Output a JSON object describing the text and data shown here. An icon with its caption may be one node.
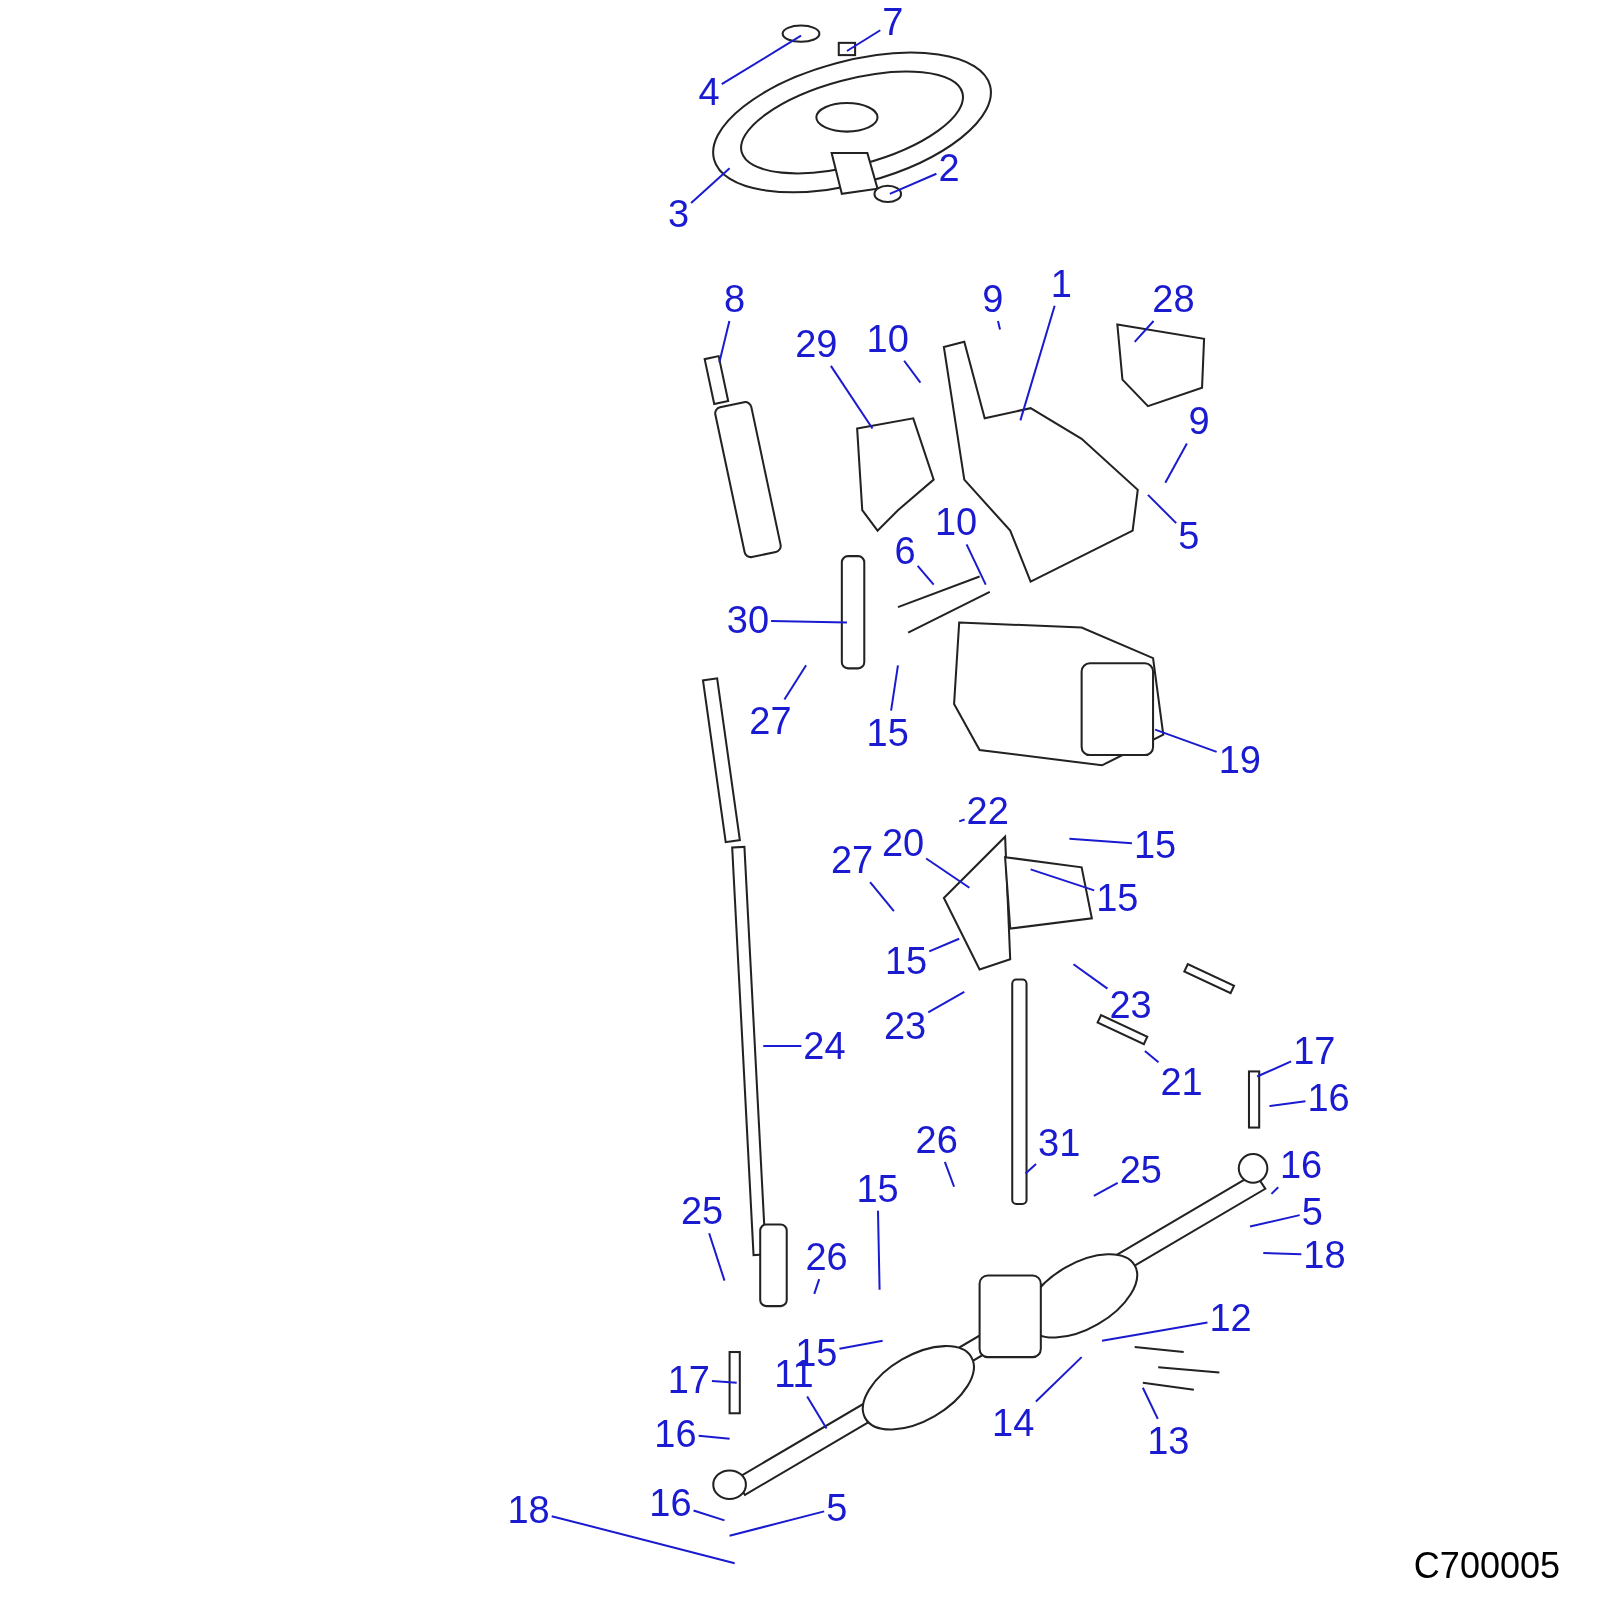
{
  "diagram": {
    "nodes": [
      {
        "text": [
          "7"
        ]
      },
      {
        "text": [
          "4"
        ]
      },
      {
        "text": [
          "2"
        ]
      },
      {
        "text": [
          "3"
        ]
      },
      {
        "text": [
          "1"
        ]
      },
      {
        "text": [
          "8"
        ]
      },
      {
        "text": [
          "28"
        ]
      },
      {
        "text": [
          "9"
        ]
      },
      {
        "text": [
          "29"
        ]
      },
      {
        "text": [
          "10"
        ]
      },
      {
        "text": [
          "9"
        ]
      },
      {
        "text": [
          "5"
        ]
      },
      {
        "text": [
          "6"
        ]
      },
      {
        "text": [
          "10"
        ]
      },
      {
        "text": [
          "30"
        ]
      },
      {
        "text": [
          "27"
        ]
      },
      {
        "text": [
          "15"
        ]
      },
      {
        "text": [
          "19"
        ]
      },
      {
        "text": [
          "22"
        ]
      },
      {
        "text": [
          "20"
        ]
      },
      {
        "text": [
          "27"
        ]
      },
      {
        "text": [
          "15"
        ]
      },
      {
        "text": [
          "15"
        ]
      },
      {
        "text": [
          "15"
        ]
      },
      {
        "text": [
          "23"
        ]
      },
      {
        "text": [
          "23"
        ]
      },
      {
        "text": [
          "21"
        ]
      },
      {
        "text": [
          "24"
        ]
      },
      {
        "text": [
          "17"
        ]
      },
      {
        "text": [
          "16"
        ]
      },
      {
        "text": [
          "26"
        ]
      },
      {
        "text": [
          "31"
        ]
      },
      {
        "text": [
          "25"
        ]
      },
      {
        "text": [
          "16"
        ]
      },
      {
        "text": [
          "15"
        ]
      },
      {
        "text": [
          "5"
        ]
      },
      {
        "text": [
          "25"
        ]
      },
      {
        "text": [
          "18"
        ]
      },
      {
        "text": [
          "26"
        ]
      },
      {
        "text": [
          "12"
        ]
      },
      {
        "text": [
          "15"
        ]
      },
      {
        "text": [
          "17"
        ]
      },
      {
        "text": [
          "11"
        ]
      },
      {
        "text": [
          "14"
        ]
      },
      {
        "text": [
          "13"
        ]
      },
      {
        "text": [
          "16"
        ]
      },
      {
        "text": [
          "16"
        ]
      },
      {
        "text": [
          "5"
        ]
      },
      {
        "text": [
          "18"
        ]
      }
    ],
    "edges": [
      {
        "from": 0,
        "to": null,
        "arrow": "none"
      },
      {
        "from": 1,
        "to": null,
        "arrow": "none"
      },
      {
        "from": 2,
        "to": null,
        "arrow": "none"
      },
      {
        "from": 3,
        "to": null,
        "arrow": "none"
      },
      {
        "from": 4,
        "to": null,
        "arrow": "none"
      },
      {
        "from": 5,
        "to": null,
        "arrow": "none"
      },
      {
        "from": 6,
        "to": null,
        "arrow": "none"
      },
      {
        "from": 7,
        "to": null,
        "arrow": "none"
      },
      {
        "from": 8,
        "to": null,
        "arrow": "none"
      },
      {
        "from": 9,
        "to": null,
        "arrow": "none"
      },
      {
        "from": 10,
        "to": null,
        "arrow": "none"
      },
      {
        "from": 11,
        "to": null,
        "arrow": "none"
      },
      {
        "from": 12,
        "to": null,
        "arrow": "none"
      },
      {
        "from": 13,
        "to": null,
        "arrow": "none"
      },
      {
        "from": 14,
        "to": null,
        "arrow": "none"
      },
      {
        "from": 15,
        "to": null,
        "arrow": "none"
      },
      {
        "from": 16,
        "to": null,
        "arrow": "none"
      },
      {
        "from": 17,
        "to": null,
        "arrow": "none"
      },
      {
        "from": 18,
        "to": null,
        "arrow": "none"
      },
      {
        "from": 19,
        "to": null,
        "arrow": "none"
      },
      {
        "from": 20,
        "to": null,
        "arrow": "none"
      },
      {
        "from": 21,
        "to": null,
        "arrow": "none"
      },
      {
        "from": 22,
        "to": null,
        "arrow": "none"
      },
      {
        "from": 23,
        "to": null,
        "arrow": "none"
      },
      {
        "from": 24,
        "to": null,
        "arrow": "none"
      },
      {
        "from": 25,
        "to": null,
        "arrow": "none"
      },
      {
        "from": 26,
        "to": null,
        "arrow": "none"
      },
      {
        "from": 27,
        "to": null,
        "arrow": "none"
      },
      {
        "from": 28,
        "to": null,
        "arrow": "none"
      },
      {
        "from": 29,
        "to": null,
        "arrow": "none"
      },
      {
        "from": 30,
        "to": null,
        "arrow": "none"
      },
      {
        "from": 31,
        "to": null,
        "arrow": "none"
      },
      {
        "from": 32,
        "to": null,
        "arrow": "none"
      },
      {
        "from": 33,
        "to": null,
        "arrow": "none"
      },
      {
        "from": 34,
        "to": null,
        "arrow": "none"
      },
      {
        "from": 35,
        "to": null,
        "arrow": "none"
      },
      {
        "from": 36,
        "to": null,
        "arrow": "none"
      },
      {
        "from": 37,
        "to": null,
        "arrow": "none"
      },
      {
        "from": 38,
        "to": null,
        "arrow": "none"
      },
      {
        "from": 39,
        "to": null,
        "arrow": "none"
      },
      {
        "from": 40,
        "to": null,
        "arrow": "none"
      },
      {
        "from": 41,
        "to": null,
        "arrow": "none"
      },
      {
        "from": 42,
        "to": null,
        "arrow": "none"
      },
      {
        "from": 43,
        "to": null,
        "arrow": "none"
      },
      {
        "from": 44,
        "to": null,
        "arrow": "none"
      },
      {
        "from": 45,
        "to": null,
        "arrow": "none"
      },
      {
        "from": 46,
        "to": null,
        "arrow": "none"
      },
      {
        "from": 47,
        "to": null,
        "arrow": "none"
      },
      {
        "from": 48,
        "to": null,
        "arrow": "none"
      }
    ],
    "labels": [
      "C700005"
    ]
  }
}
